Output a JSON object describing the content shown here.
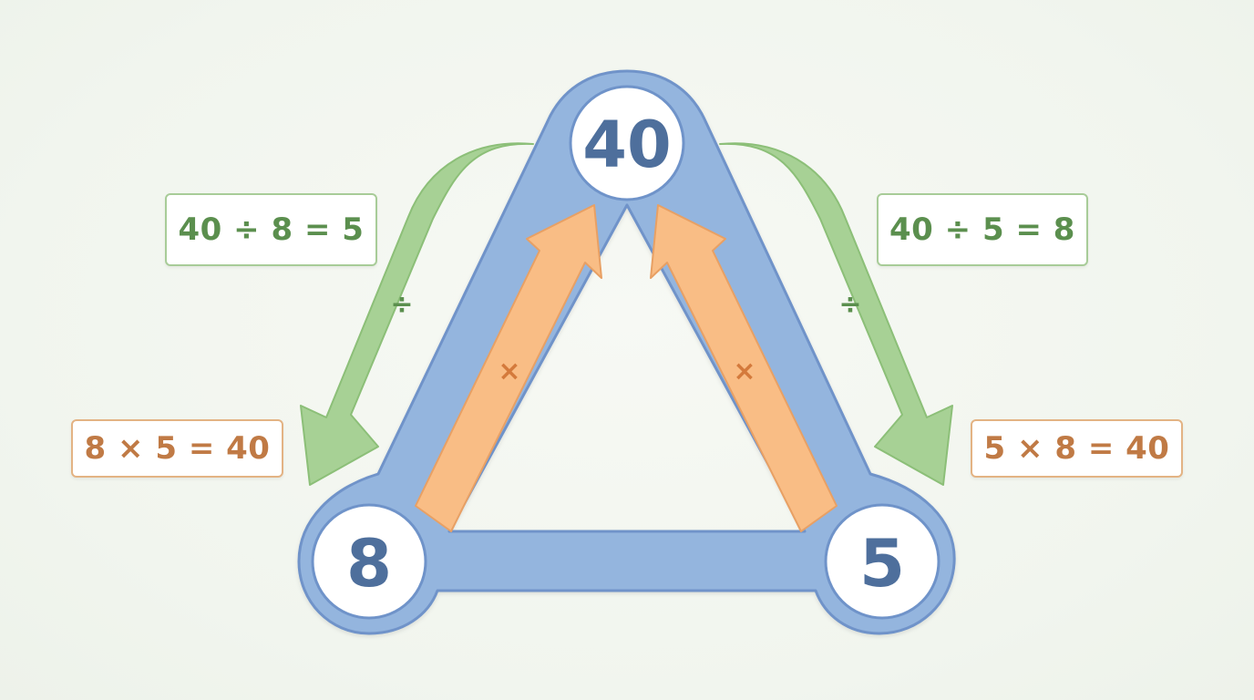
{
  "diagram": {
    "nodes": {
      "top": "40",
      "left": "8",
      "right": "5"
    },
    "operators": {
      "multiply_left": "×",
      "multiply_right": "×",
      "divide_left": "÷",
      "divide_right": "÷"
    },
    "equations": {
      "left_division": "40 ÷ 8 = 5",
      "right_division": "40 ÷ 5 = 8",
      "left_multiplication": "8 × 5 = 40",
      "right_multiplication": "5 × 8 = 40"
    },
    "colors": {
      "triangle": "#94b5de",
      "triangle_border": "#6f93c9",
      "multiply_arrow": "#f9bd85",
      "divide_arrow": "#a7d195",
      "node_text": "#4e6f9c"
    }
  }
}
